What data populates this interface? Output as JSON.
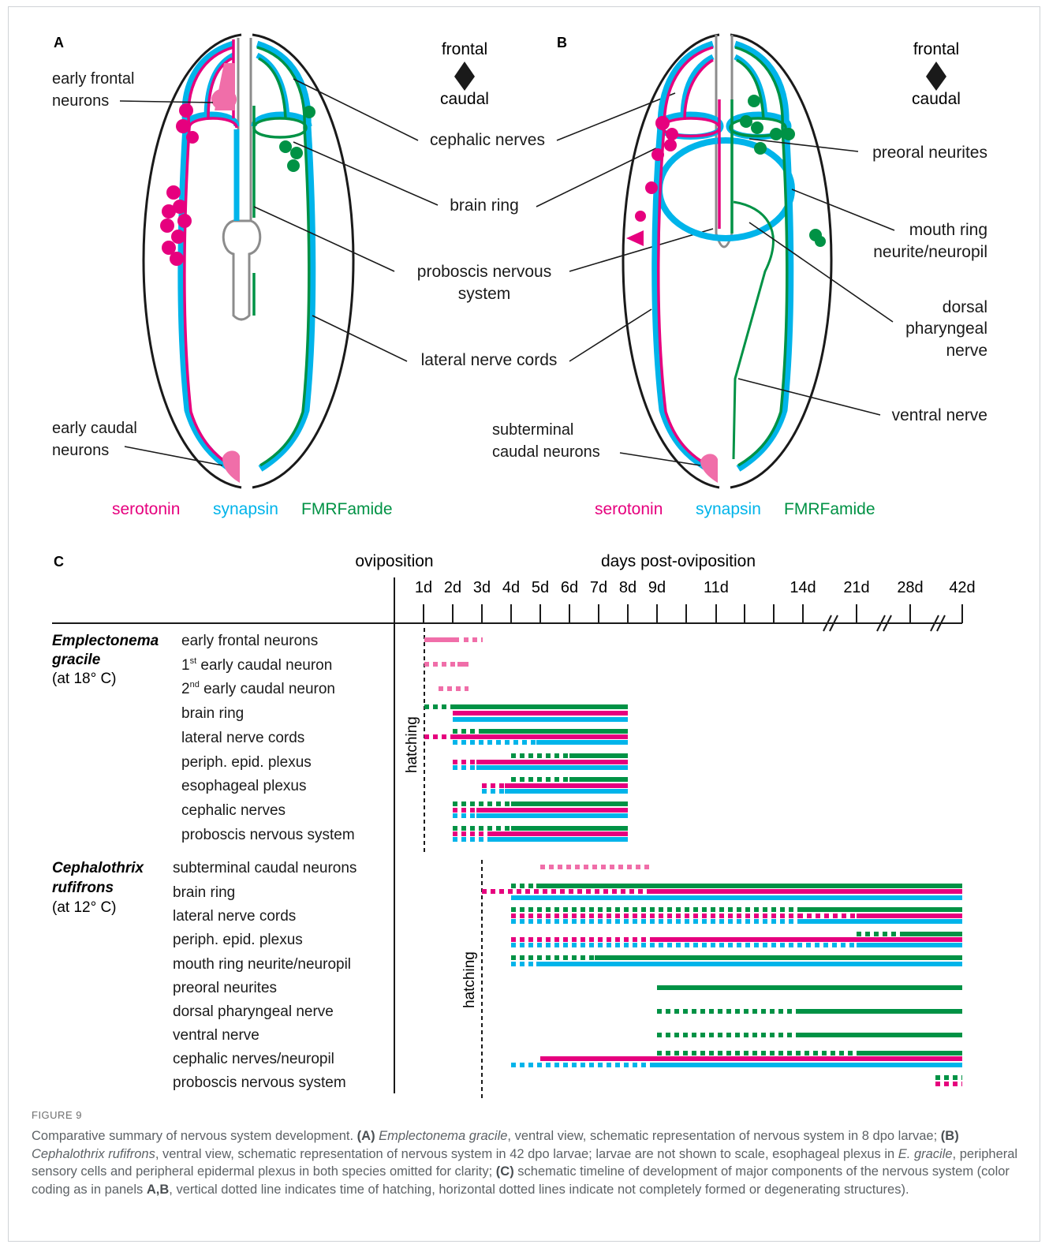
{
  "colors": {
    "serotonin": "#e6007e",
    "serotonin_light": "#f06ea9",
    "synapsin": "#00b4ea",
    "fmrfamide": "#009245",
    "outline": "#1a1a1a",
    "proboscis": "#8c8c8c"
  },
  "panelA": {
    "letter": "A",
    "labels": {
      "early_frontal": [
        "early frontal",
        "neurons"
      ],
      "early_caudal": [
        "early caudal",
        "neurons"
      ]
    },
    "center": {
      "cephalic": "cephalic nerves",
      "brain": "brain ring",
      "proboscis": [
        "proboscis nervous",
        "system"
      ],
      "lateral": "lateral nerve cords"
    },
    "orientation": {
      "top": "frontal",
      "bottom": "caudal"
    },
    "legend": {
      "serotonin": "serotonin",
      "synapsin": "synapsin",
      "fmrfamide": "FMRFamide"
    }
  },
  "panelB": {
    "letter": "B",
    "labels": {
      "preoral": "preoral neurites",
      "mouth": [
        "mouth ring",
        "neurite/neuropil"
      ],
      "dorsal": [
        "dorsal",
        "pharyngeal",
        "nerve"
      ],
      "ventral": "ventral nerve",
      "subterminal": [
        "subterminal",
        "caudal neurons"
      ]
    },
    "orientation": {
      "top": "frontal",
      "bottom": "caudal"
    },
    "legend": {
      "serotonin": "serotonin",
      "synapsin": "synapsin",
      "fmrfamide": "FMRFamide"
    }
  },
  "panelC": {
    "letter": "C",
    "oviposition": "oviposition",
    "axis_title": "days post-oviposition",
    "ticks": [
      "1d",
      "2d",
      "3d",
      "4d",
      "5d",
      "6d",
      "7d",
      "8d",
      "9d",
      "11d",
      "14d",
      "21d",
      "28d",
      "42d"
    ],
    "hatching": "hatching",
    "speciesA": {
      "name": [
        "Emplectonema",
        "gracile"
      ],
      "temp": "(at 18° C)",
      "rows": [
        {
          "label": "early frontal neurons"
        },
        {
          "label": "1",
          "sup": "st",
          "rest": " early caudal neuron"
        },
        {
          "label": "2",
          "sup": "nd",
          "rest": " early caudal neuron"
        },
        {
          "label": "brain ring"
        },
        {
          "label": "lateral nerve cords"
        },
        {
          "label": "periph. epid. plexus"
        },
        {
          "label": "esophageal plexus"
        },
        {
          "label": "cephalic nerves"
        },
        {
          "label": "proboscis nervous system"
        }
      ]
    },
    "speciesB": {
      "name": [
        "Cephalothrix",
        "rufifrons"
      ],
      "temp": "(at 12° C)",
      "rows": [
        "subterminal caudal neurons",
        "brain ring",
        "lateral nerve cords",
        "periph. epid. plexus",
        "mouth ring neurite/neuropil",
        "preoral neurites",
        "dorsal pharyngeal nerve",
        "ventral nerve",
        "cephalic nerves/neuropil",
        "proboscis nervous system"
      ]
    }
  },
  "caption": {
    "label": "FIGURE 9",
    "parts": [
      {
        "t": "Comparative summary of nervous system development. ",
        "s": "n"
      },
      {
        "t": "(A) ",
        "s": "b"
      },
      {
        "t": "Emplectonema gracile",
        "s": "i"
      },
      {
        "t": ", ventral view, schematic representation of nervous system in 8 dpo larvae; ",
        "s": "n"
      },
      {
        "t": "(B) ",
        "s": "b"
      },
      {
        "t": "Cephalothrix rufifrons",
        "s": "i"
      },
      {
        "t": ", ventral view, schematic representation of nervous system in 42 dpo larvae; larvae are not shown to scale, esophageal plexus in ",
        "s": "n"
      },
      {
        "t": "E. gracile",
        "s": "i"
      },
      {
        "t": ", peripheral sensory cells and peripheral epidermal plexus in both species omitted for clarity; ",
        "s": "n"
      },
      {
        "t": "(C) ",
        "s": "b"
      },
      {
        "t": "schematic timeline of development of major components of the nervous system (color coding as in panels ",
        "s": "n"
      },
      {
        "t": "A,B",
        "s": "b"
      },
      {
        "t": ", vertical dotted line indicates time of hatching, horizontal dotted lines indicate not completely formed or degenerating structures).",
        "s": "n"
      }
    ]
  }
}
